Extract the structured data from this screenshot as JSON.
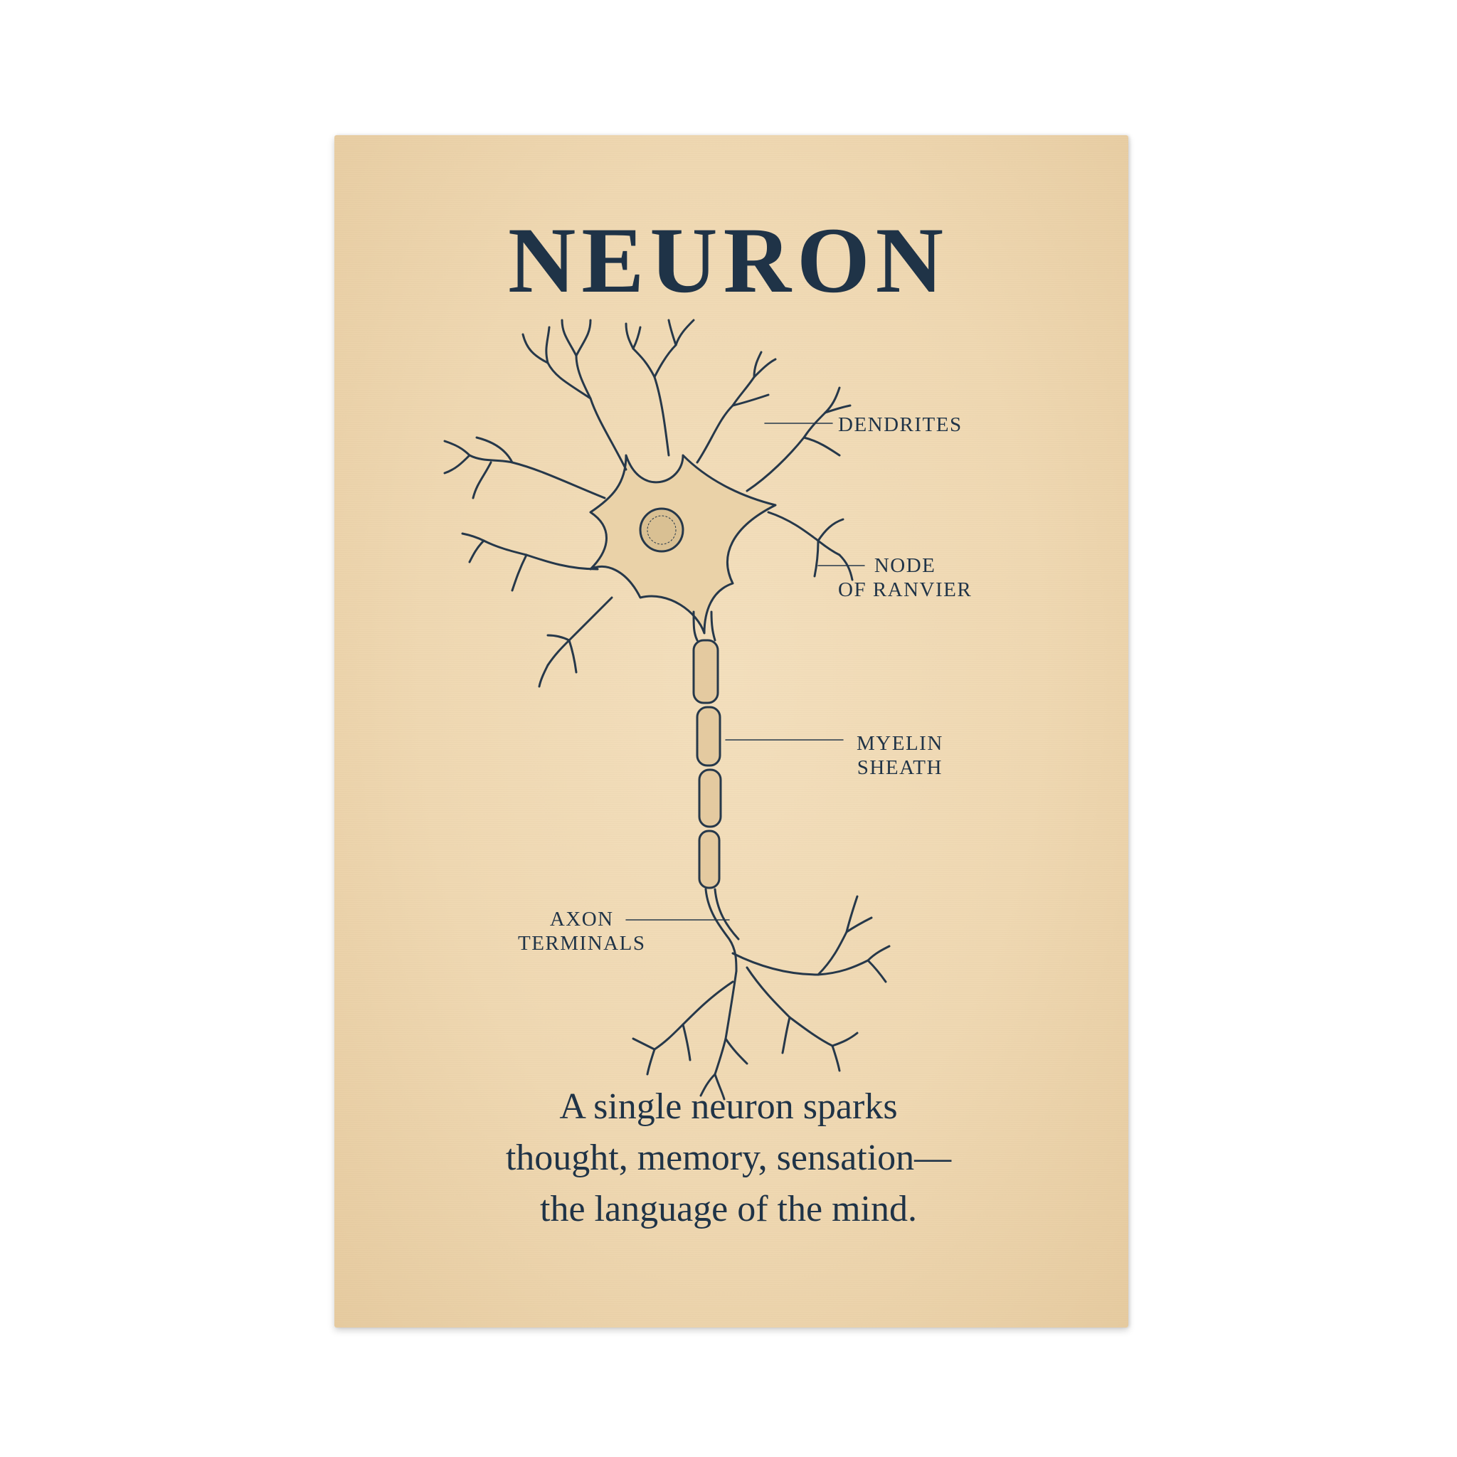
{
  "poster": {
    "title": "NEURON",
    "labels": {
      "dendrites": "DENDRITES",
      "node_line1": "NODE",
      "node_line2": "OF RANVIER",
      "myelin_line1": "MYELIN",
      "myelin_line2": "SHEATH",
      "axon_line1": "AXON",
      "axon_line2": "TERMINALS"
    },
    "caption": {
      "line1": "A single neuron sparks",
      "line2": "thought, memory, sensation—",
      "line3": "the language of the mind."
    }
  },
  "colors": {
    "ink": "#1f3347",
    "paper": "#efd8b2"
  }
}
